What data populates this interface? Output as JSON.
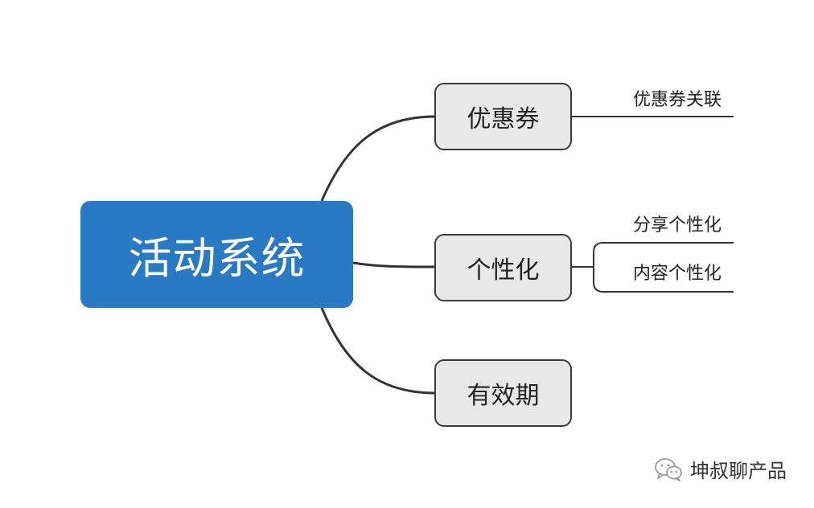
{
  "mindmap": {
    "root": "活动系统",
    "branches": [
      {
        "label": "优惠券",
        "leaves": [
          "优惠券关联"
        ]
      },
      {
        "label": "个性化",
        "leaves": [
          "分享个性化",
          "内容个性化"
        ]
      },
      {
        "label": "有效期",
        "leaves": []
      }
    ]
  },
  "watermark": {
    "icon": "wechat-icon",
    "text": "坤叔聊产品"
  },
  "colors": {
    "root_fill": "#2a79c3",
    "branch_fill": "#e8e8e8",
    "line": "#333333"
  }
}
